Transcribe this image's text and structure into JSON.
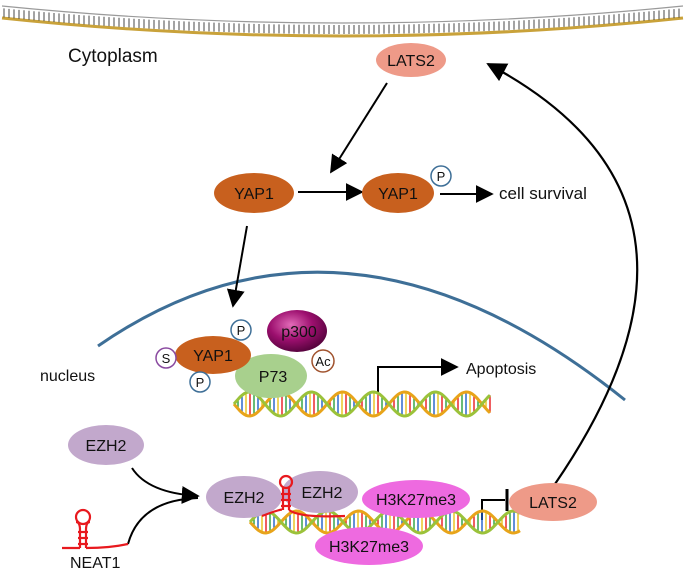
{
  "labels": {
    "cytoplasm": "Cytoplasm",
    "nucleus": "nucleus",
    "cell_survival": "cell survival",
    "apoptosis": "Apoptosis",
    "neat1": "NEAT1"
  },
  "nodes": {
    "lats2_top": "LATS2",
    "yap1_left": "YAP1",
    "yap1_right": "YAP1",
    "yap1_nuc": "YAP1",
    "p300": "p300",
    "p73": "P73",
    "ezh2_free": "EZH2",
    "ezh2_a": "EZH2",
    "ezh2_b": "EZH2",
    "h3k27me3_a": "H3K27me3",
    "h3k27me3_b": "H3K27me3",
    "lats2_bottom": "LATS2"
  },
  "modifications": {
    "p_right": "P",
    "p_nuc_top": "P",
    "p_nuc_bottom": "P",
    "s_nuc": "S",
    "ac_nuc": "Ac"
  },
  "colors": {
    "lats2": "#ee9a88",
    "yap1": "#c8601e",
    "p73": "#a8d08d",
    "p300": "#9c0f6e",
    "ezh2": "#c2a8cc",
    "h3k27me3": "#ee6ae0",
    "nucleus_line": "#3e6f97",
    "rna": "#e8191e"
  }
}
